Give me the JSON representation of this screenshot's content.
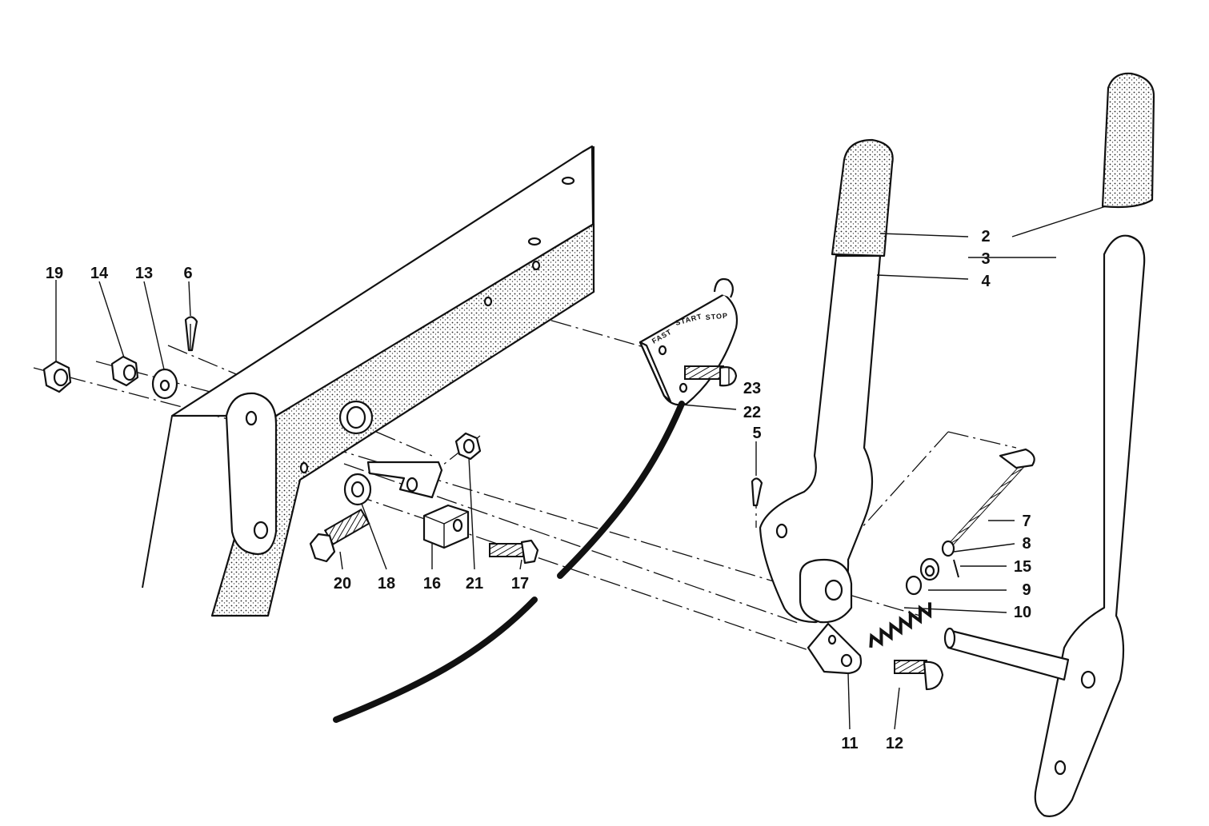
{
  "diagram": {
    "dial_labels": {
      "fast": "FAST",
      "start": "START",
      "stop": "STOP"
    },
    "callouts": [
      {
        "id": "19",
        "text": "19"
      },
      {
        "id": "14",
        "text": "14"
      },
      {
        "id": "13",
        "text": "13"
      },
      {
        "id": "6",
        "text": "6"
      },
      {
        "id": "23",
        "text": "23"
      },
      {
        "id": "22",
        "text": "22"
      },
      {
        "id": "5",
        "text": "5"
      },
      {
        "id": "2",
        "text": "2"
      },
      {
        "id": "3",
        "text": "3"
      },
      {
        "id": "4",
        "text": "4"
      },
      {
        "id": "7",
        "text": "7"
      },
      {
        "id": "8",
        "text": "8"
      },
      {
        "id": "15",
        "text": "15"
      },
      {
        "id": "9",
        "text": "9"
      },
      {
        "id": "10",
        "text": "10"
      },
      {
        "id": "20",
        "text": "20"
      },
      {
        "id": "18",
        "text": "18"
      },
      {
        "id": "16",
        "text": "16"
      },
      {
        "id": "21",
        "text": "21"
      },
      {
        "id": "17",
        "text": "17"
      },
      {
        "id": "11",
        "text": "11"
      },
      {
        "id": "12",
        "text": "12"
      }
    ]
  }
}
